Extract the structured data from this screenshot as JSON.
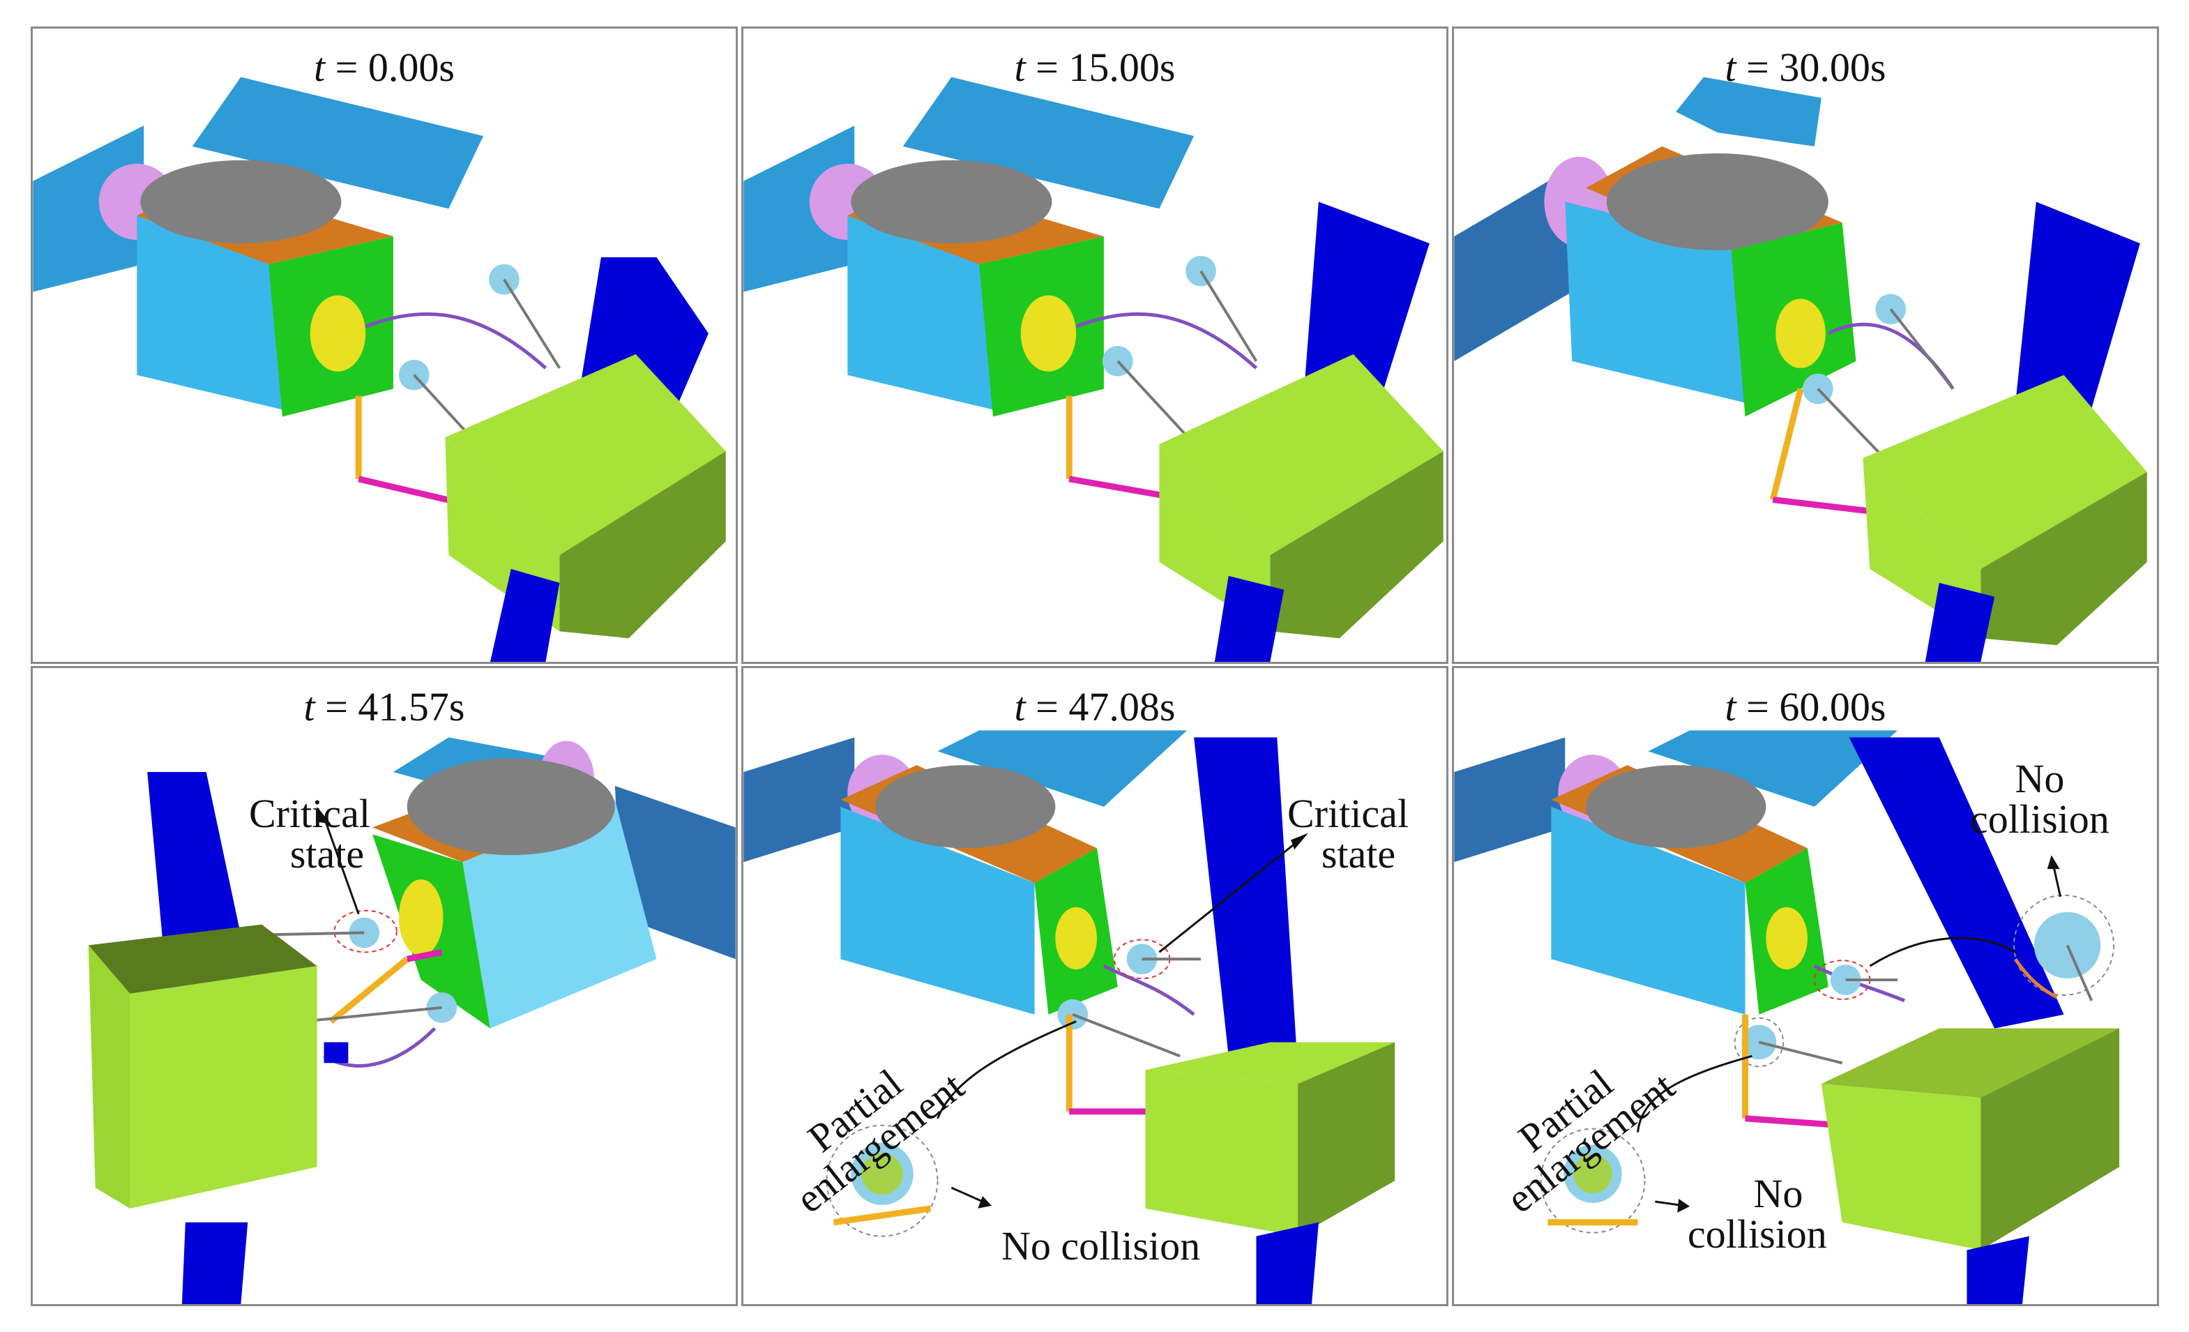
{
  "panels": [
    {
      "id": "p1",
      "t_label": "t",
      "t_value": " = 0.00s"
    },
    {
      "id": "p2",
      "t_label": "t",
      "t_value": " = 15.00s"
    },
    {
      "id": "p3",
      "t_label": "t",
      "t_value": " = 30.00s"
    },
    {
      "id": "p4",
      "t_label": "t",
      "t_value": " = 41.57s"
    },
    {
      "id": "p5",
      "t_label": "t",
      "t_value": " = 47.08s"
    },
    {
      "id": "p6",
      "t_label": "t",
      "t_value": " = 60.00s"
    }
  ],
  "annotations": {
    "p4_critical_1": "Critical",
    "p4_critical_2": "state",
    "p5_critical_1": "Critical",
    "p5_critical_2": "state",
    "p5_partial_1": "Partial",
    "p5_partial_2": "enlargement",
    "p5_no_collision": "No collision",
    "p6_partial_1": "Partial",
    "p6_partial_2": "enlargement",
    "p6_nocol_top_1": "No",
    "p6_nocol_top_2": "collision",
    "p6_nocol_bot_1": "No",
    "p6_nocol_bot_2": "collision"
  },
  "colors": {
    "panel_border": "#8a8a8a",
    "solar_panel_light": "#2e9ad6",
    "solar_panel_dark": "#0000d8",
    "bus_side": "#3bb6ea",
    "bus_front": "#1ec81e",
    "antenna_dish": "#808080",
    "top_deck": "#d2781e",
    "target_box": "#a6e23a",
    "target_box_dark": "#6e9a28",
    "arm_link_yellow": "#f0b020",
    "arm_link_magenta": "#e020b0",
    "sphere": "#8fd0e8",
    "violet": "#d89be8"
  }
}
